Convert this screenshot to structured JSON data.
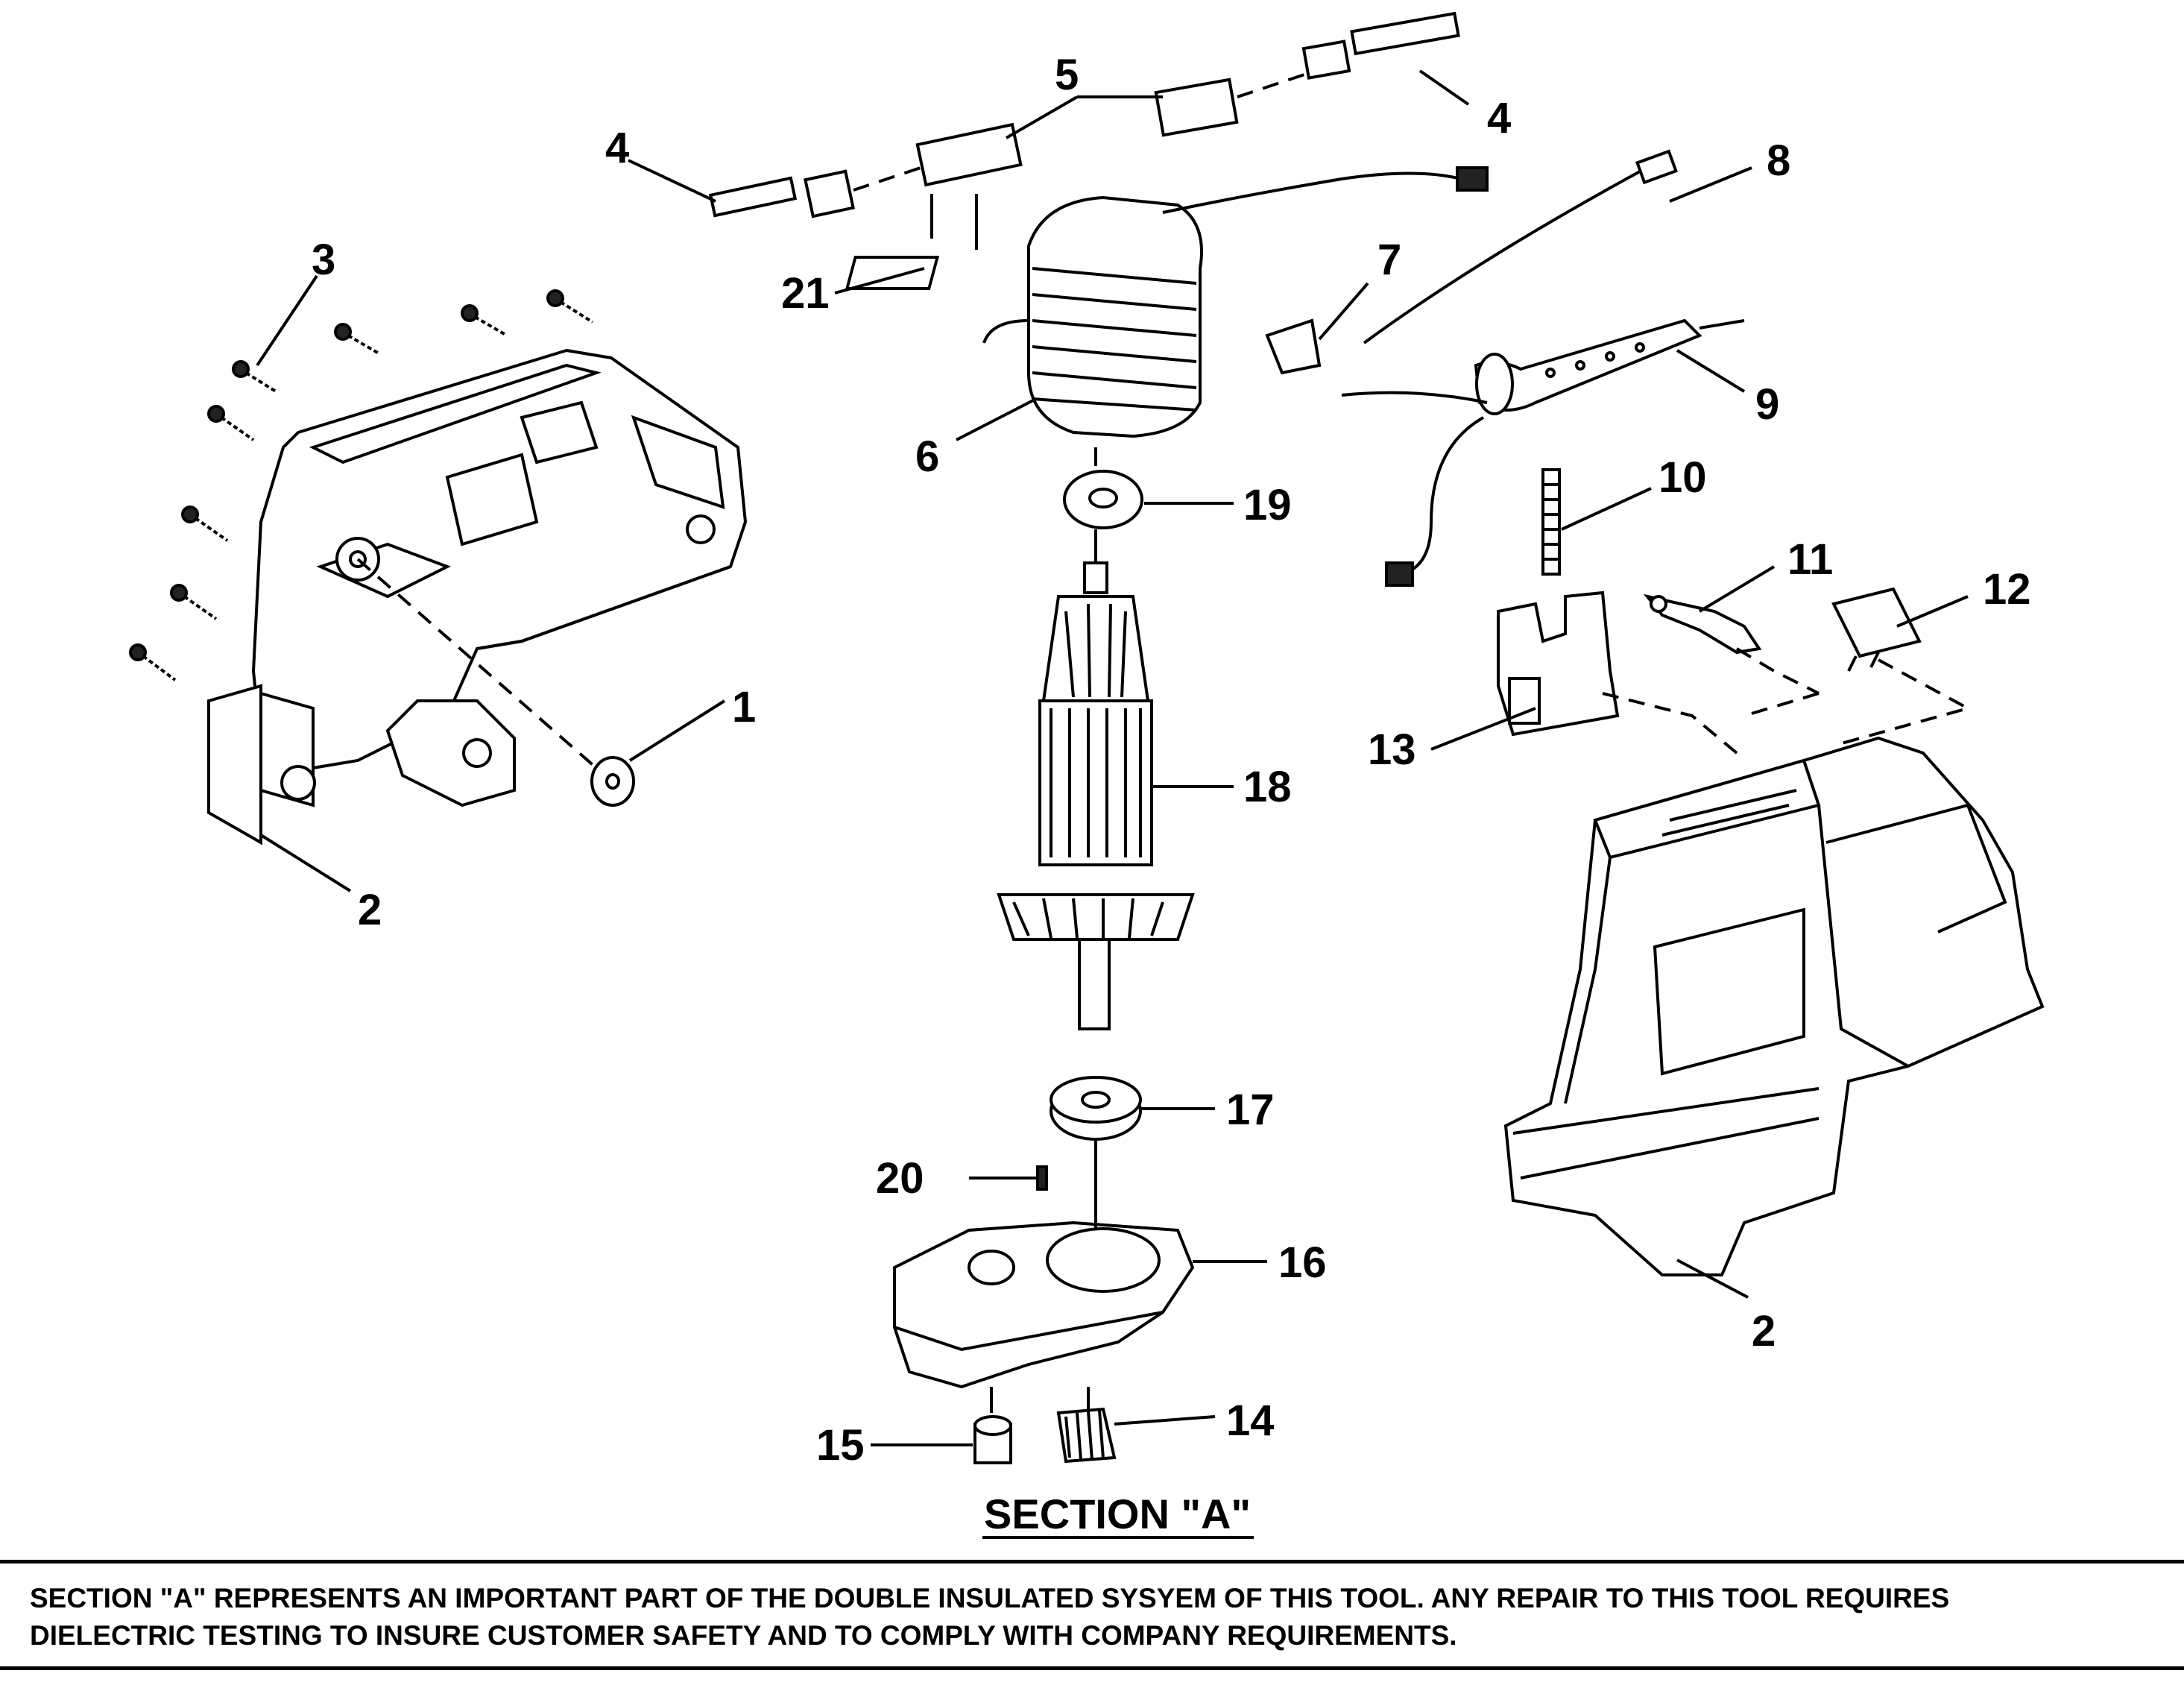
{
  "callouts": {
    "p1": "1",
    "p2a": "2",
    "p2b": "2",
    "p3": "3",
    "p4a": "4",
    "p4b": "4",
    "p5": "5",
    "p6": "6",
    "p7": "7",
    "p8": "8",
    "p9": "9",
    "p10": "10",
    "p11": "11",
    "p12": "12",
    "p13": "13",
    "p14": "14",
    "p15": "15",
    "p16": "16",
    "p17": "17",
    "p18": "18",
    "p19": "19",
    "p20": "20",
    "p21": "21"
  },
  "section_title": "SECTION \"A\"",
  "notice": {
    "line1": "SECTION \"A\" REPRESENTS AN IMPORTANT PART OF THE DOUBLE INSULATED SYSYEM OF THIS TOOL.  ANY REPAIR TO THIS TOOL REQUIRES",
    "line2": "DIELECTRIC TESTING TO INSURE CUSTOMER SAFETY AND TO COMPLY WITH COMPANY REQUIREMENTS."
  }
}
